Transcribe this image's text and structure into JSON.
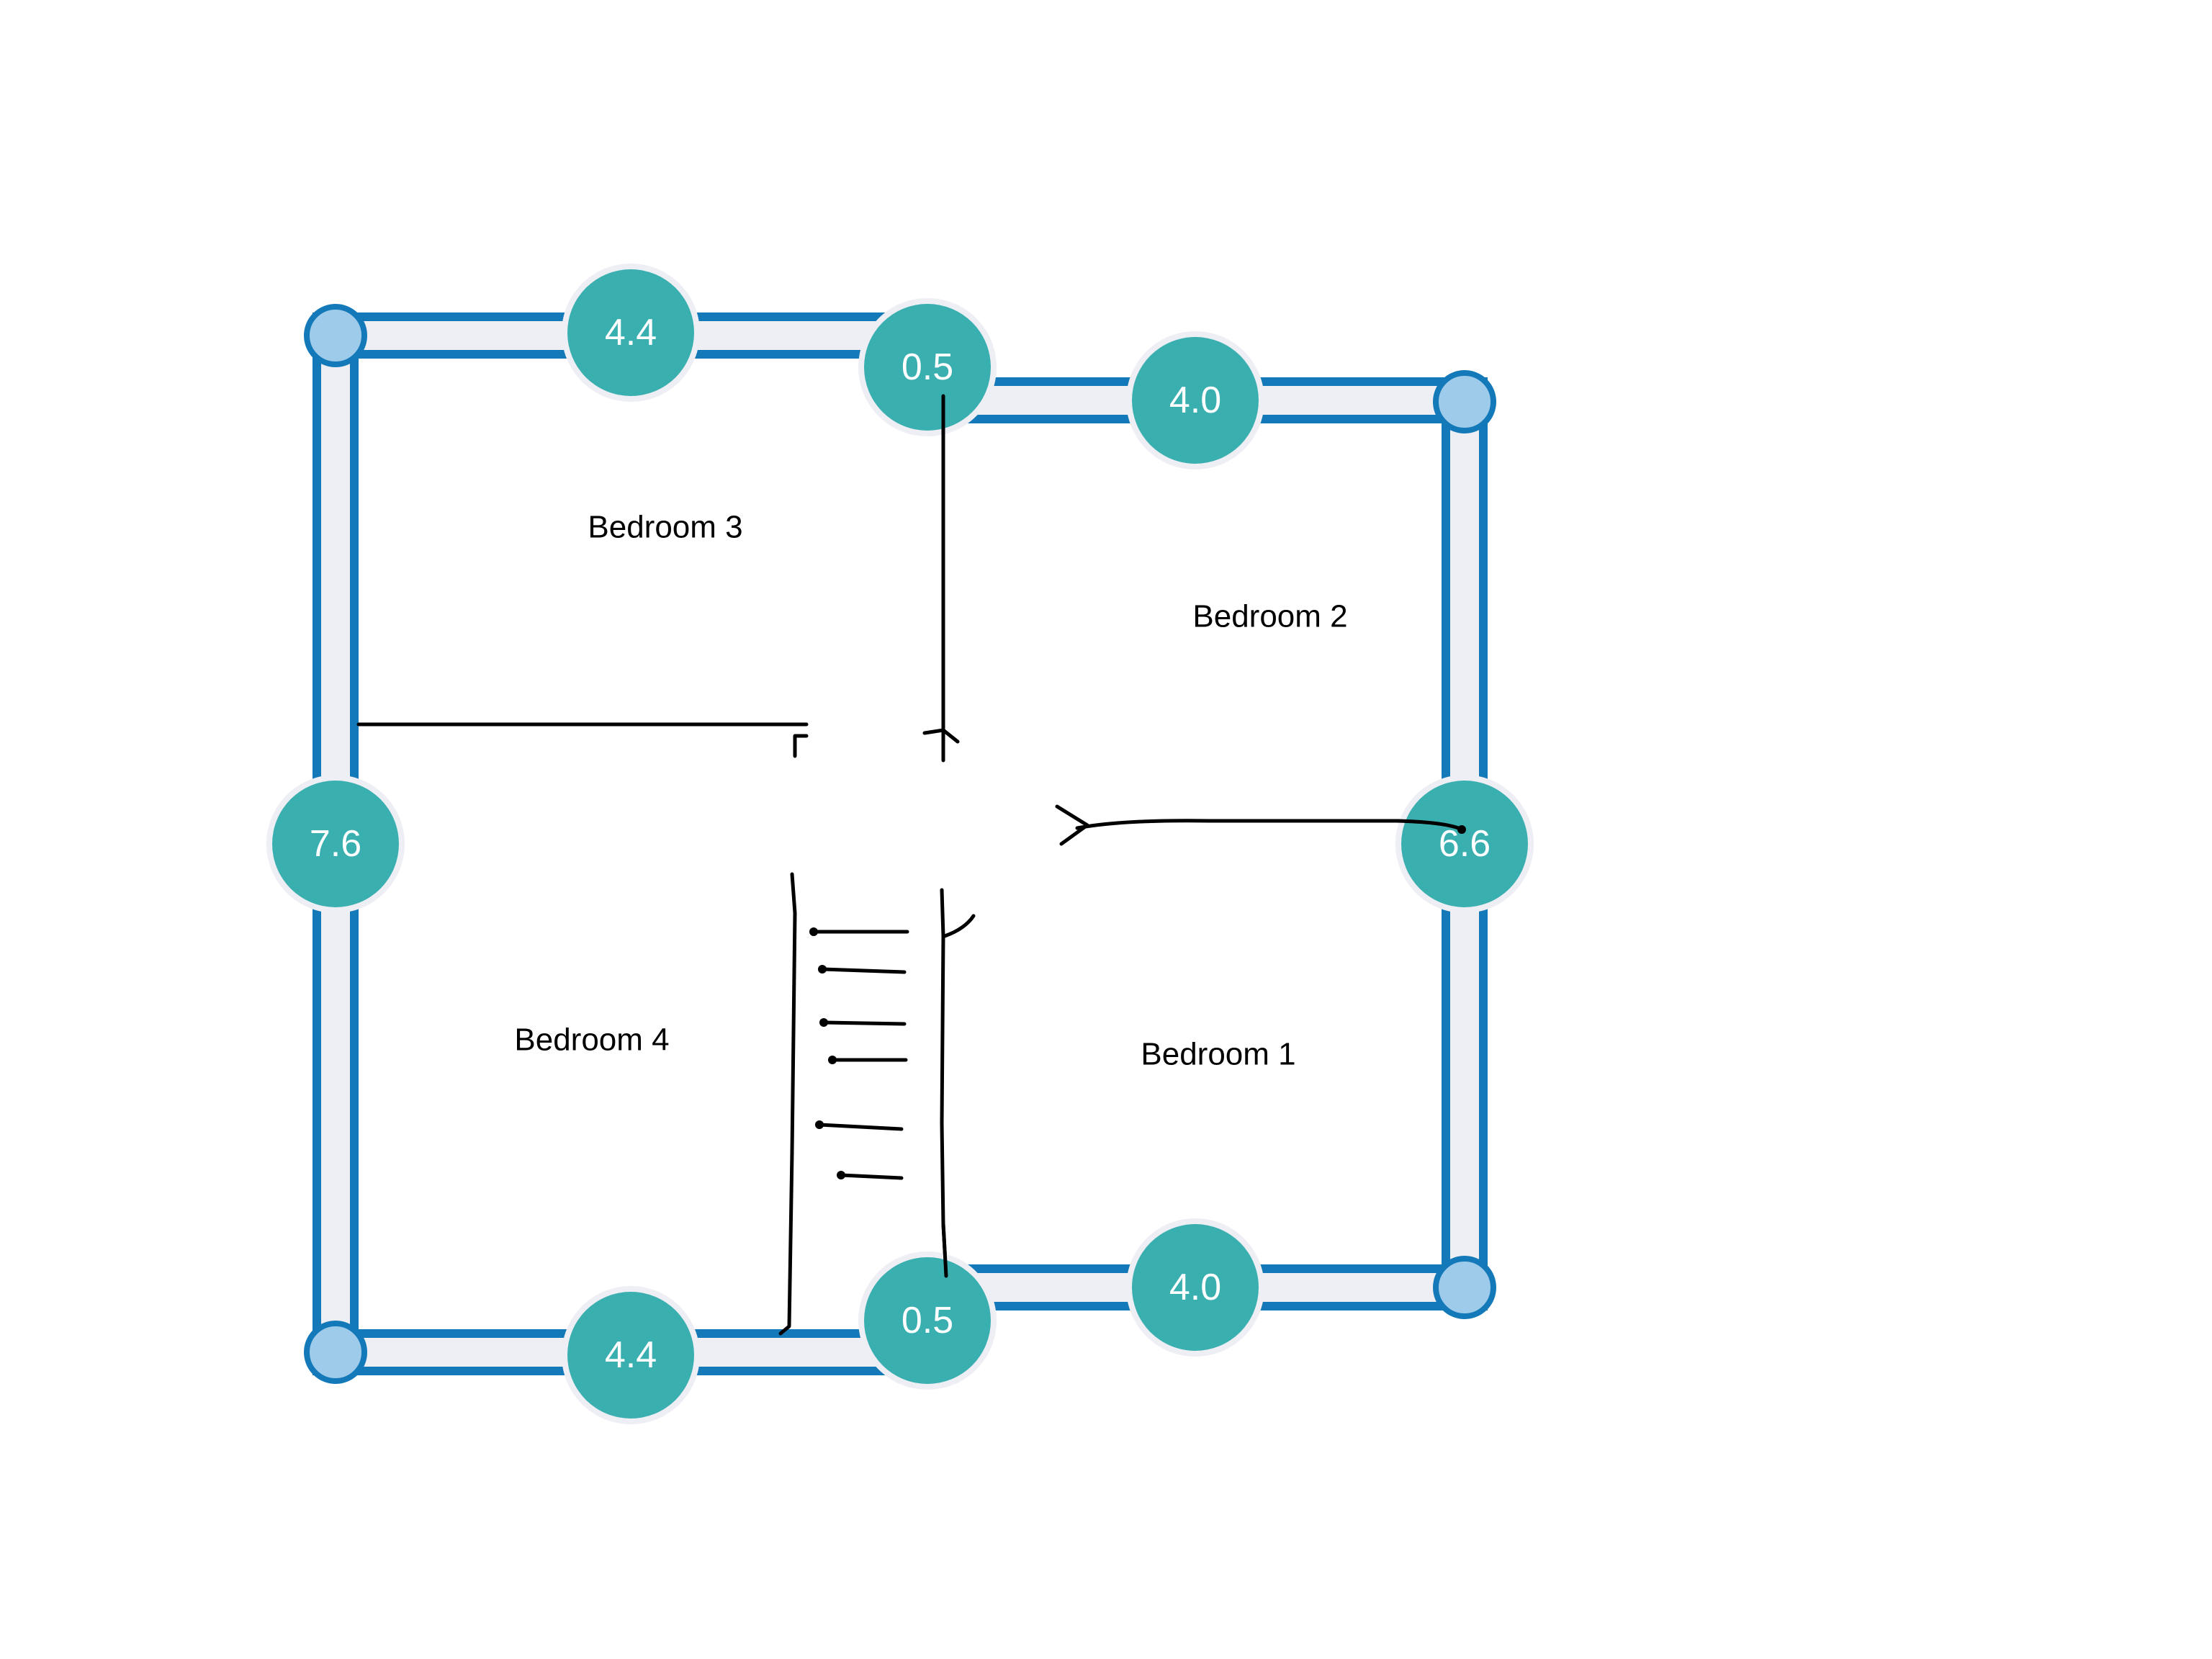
{
  "colors": {
    "wall_stroke": "#1479b8",
    "wall_fill": "#eeeef5",
    "dimension_marker": "#3aafb0",
    "dimension_marker_ring": "#eeeef5",
    "dimension_text": "#ffffff",
    "corner_handle": "#9ecbea",
    "corner_handle_stroke": "#1479b8",
    "sketch": "#000000",
    "background": "#ffffff"
  },
  "dimensions": {
    "top_left": "4.4",
    "top_middle": "0.5",
    "top_right": "4.0",
    "left": "7.6",
    "right": "6.6",
    "bottom_left": "4.4",
    "bottom_middle": "0.5",
    "bottom_right": "4.0"
  },
  "rooms": {
    "bedroom_3": "Bedroom 3",
    "bedroom_2": "Bedroom 2",
    "bedroom_4": "Bedroom 4",
    "bedroom_1": "Bedroom 1"
  },
  "icons": {
    "corner_handle": "circle-handle-icon",
    "stairs": "stairs-icon",
    "arrow": "arrow-right-icon"
  }
}
